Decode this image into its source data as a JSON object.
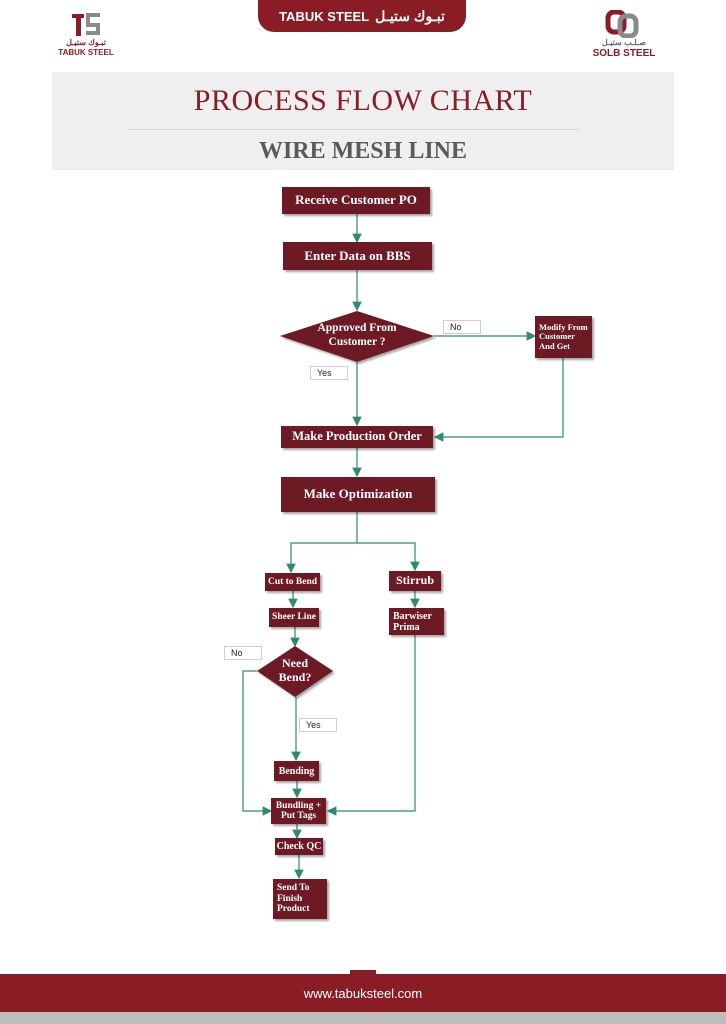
{
  "header": {
    "tab_label": "TABUK STEEL",
    "tab_label_ar": "تبـوك ستيـل",
    "left_logo": {
      "mark": "TS",
      "arabic": "تبـوك ستيـل",
      "name": "TABUK STEEL"
    },
    "right_logo": {
      "arabic": "صـلـب ستيـل",
      "name": "SOLB STEEL"
    },
    "title": "PROCESS FLOW CHART",
    "subtitle": "WIRE MESH LINE"
  },
  "flow": {
    "receive_po": "Receive Customer PO",
    "enter_data": "Enter Data on BBS",
    "approved_line1": "Approved From",
    "approved_line2": "Customer ?",
    "no_label_1": "No",
    "modify_line1": "Modify From",
    "modify_line2": "Customer",
    "modify_line3": "And Get",
    "yes_label_1": "Yes",
    "production_order": "Make Production Order",
    "optimization": "Make Optimization",
    "cut_to_bend": "Cut to Bend",
    "stirrub": "Stirrub",
    "sheer_line": "Sheer Line",
    "barwiser_line1": "Barwiser",
    "barwiser_line2": "Prima",
    "no_label_2": "No",
    "need_bend_line1": "Need",
    "need_bend_line2": "Bend?",
    "yes_label_2": "Yes",
    "bending": "Bending",
    "bundling_line1": "Bundling +",
    "bundling_line2": "Put Tags",
    "check_qc": "Check QC",
    "send_line1": "Send To",
    "send_line2": "Finish",
    "send_line3": "Product"
  },
  "footer": {
    "url": "www.tabuksteel.com"
  },
  "colors": {
    "brand": "#8a1c26",
    "box": "#6e1a24",
    "connector": "#2e8b6e"
  }
}
